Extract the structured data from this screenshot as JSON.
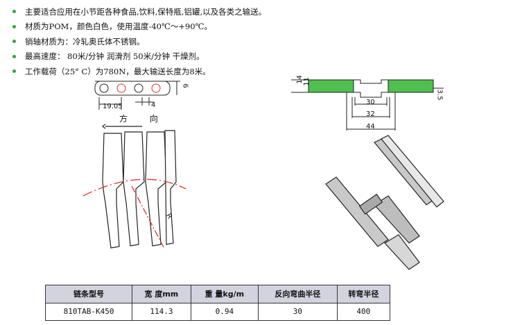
{
  "features": [
    "主要适合应用在小节距各种食品,饮料,保特瓶,铝罐,以及各类之输送。",
    "材质为POM，颜色白色，使用温度-40℃～+90℃。",
    "销轴材质为：冷轧奥氏体不锈钢。",
    "最高速度： 80米/分钟 润滑剂    50米/分钟 干燥剂。",
    "工作载荷（25° C）为780N，最大输送长度为8米。"
  ],
  "side_view": {
    "pitch": "19.05",
    "height": "6",
    "gap": "4"
  },
  "direction_label": "方 向",
  "radius_label": "R",
  "cross_section": {
    "dims": [
      "30",
      "32",
      "44"
    ],
    "left_dims": [
      "14",
      "11"
    ],
    "right_dim": "3.5"
  },
  "colors": {
    "bullet": "#3aa23a",
    "top_plate": "#4fbf4f",
    "radius_line": "#e23030",
    "header_bg": "#d3d3df"
  },
  "spec_table": {
    "headers": [
      "链条型号",
      "宽 度mm",
      "重 量kg/m",
      "反向弯曲半径",
      "转弯半径"
    ],
    "row": [
      "810TAB-K450",
      "114.3",
      "0.94",
      "30",
      "400"
    ]
  }
}
